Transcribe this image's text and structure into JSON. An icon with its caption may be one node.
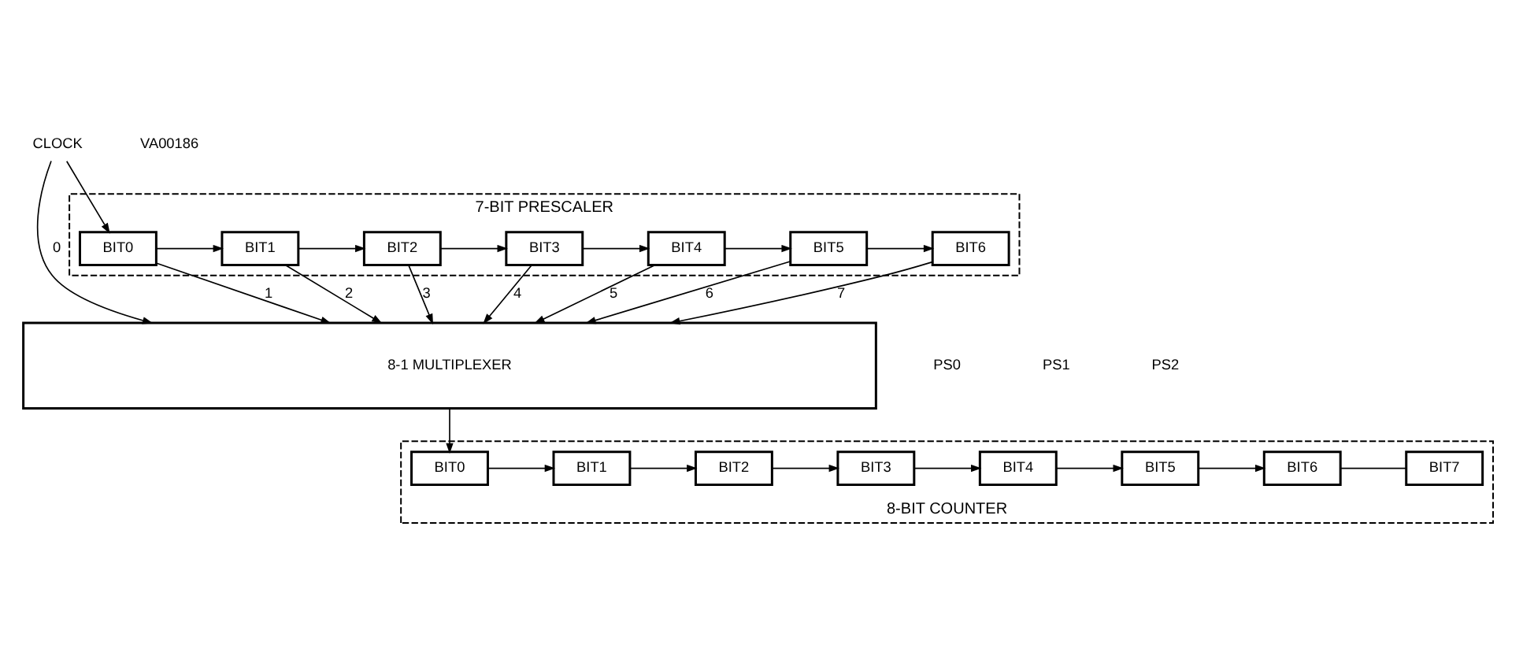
{
  "diagram": {
    "nodes": [
      {
        "text": [
          "7-BIT PRESCALER"
        ]
      },
      {
        "text": [
          "CLOCK"
        ]
      },
      {
        "text": [
          "BIT0"
        ],
        "in": 0
      },
      {
        "text": [
          "BIT1"
        ],
        "in": 0
      },
      {
        "text": [
          "BIT2"
        ],
        "in": 0
      },
      {
        "text": [
          "BIT3"
        ],
        "in": 0
      },
      {
        "text": [
          "BIT4"
        ],
        "in": 0
      },
      {
        "text": [
          "BIT5"
        ],
        "in": 0
      },
      {
        "text": [
          "BIT6"
        ],
        "in": 0
      },
      {
        "text": [
          "8-1 MULTIPLEXER"
        ]
      },
      {
        "text": [
          "8-BIT COUNTER"
        ]
      },
      {
        "text": [
          "BIT0"
        ],
        "in": 10
      },
      {
        "text": [
          "BIT1"
        ],
        "in": 10
      },
      {
        "text": [
          "BIT2"
        ],
        "in": 10
      },
      {
        "text": [
          "BIT3"
        ],
        "in": 10
      },
      {
        "text": [
          "BIT4"
        ],
        "in": 10
      },
      {
        "text": [
          "BIT5"
        ],
        "in": 10
      },
      {
        "text": [
          "BIT6"
        ],
        "in": 10
      },
      {
        "text": [
          "BIT7"
        ],
        "in": 10
      }
    ],
    "edges": [
      {
        "from": 1,
        "to": 2,
        "arrow": "to"
      },
      {
        "from": 1,
        "to": 9,
        "arrow": "to",
        "label": "0"
      },
      {
        "from": 2,
        "to": 3,
        "arrow": "to"
      },
      {
        "from": 2,
        "to": 9,
        "arrow": "to",
        "label": "1"
      },
      {
        "from": 3,
        "to": 4,
        "arrow": "to"
      },
      {
        "from": 3,
        "to": 9,
        "arrow": "to",
        "label": "2"
      },
      {
        "from": 4,
        "to": 5,
        "arrow": "to"
      },
      {
        "from": 4,
        "to": 9,
        "arrow": "to",
        "label": "3"
      },
      {
        "from": 5,
        "to": 6,
        "arrow": "to"
      },
      {
        "from": 5,
        "to": 9,
        "arrow": "to",
        "label": "4"
      },
      {
        "from": 6,
        "to": 7,
        "arrow": "to"
      },
      {
        "from": 6,
        "to": 9,
        "arrow": "to",
        "label": "5"
      },
      {
        "from": 7,
        "to": 8,
        "arrow": "to"
      },
      {
        "from": 7,
        "to": 9,
        "arrow": "to",
        "label": "6"
      },
      {
        "from": 8,
        "to": 9,
        "arrow": "to",
        "label": "7"
      },
      {
        "from": 9,
        "to": 11,
        "arrow": "to"
      },
      {
        "from": 11,
        "to": 12,
        "arrow": "to"
      },
      {
        "from": 12,
        "to": 13,
        "arrow": "to"
      },
      {
        "from": 13,
        "to": 14,
        "arrow": "to"
      },
      {
        "from": 14,
        "to": 15,
        "arrow": "to"
      },
      {
        "from": 15,
        "to": 16,
        "arrow": "to"
      },
      {
        "from": 16,
        "to": 17,
        "arrow": "to"
      },
      {
        "from": 17,
        "to": 18,
        "arrow": "none"
      }
    ],
    "labels": [
      "PS0",
      "PS1",
      "PS2",
      "VA00186"
    ]
  }
}
